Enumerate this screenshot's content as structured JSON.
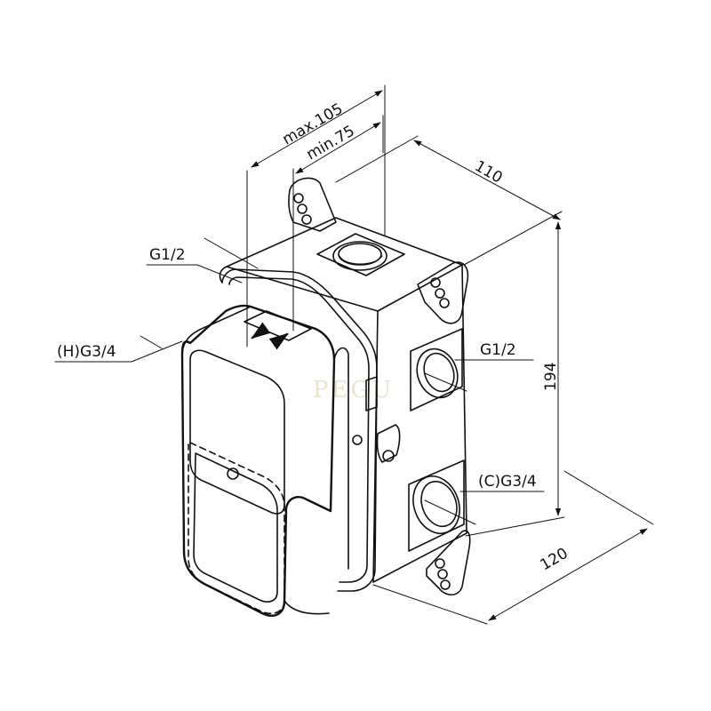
{
  "dimensions": {
    "max_depth": "max.105",
    "min_depth": "min.75",
    "width": "110",
    "height": "194",
    "depth": "120"
  },
  "connections": {
    "top_left": "G1/2",
    "hot_inlet": "(H)G3/4",
    "right_upper": "G1/2",
    "cold_inlet": "(C)G3/4"
  },
  "watermark": "PEGU"
}
